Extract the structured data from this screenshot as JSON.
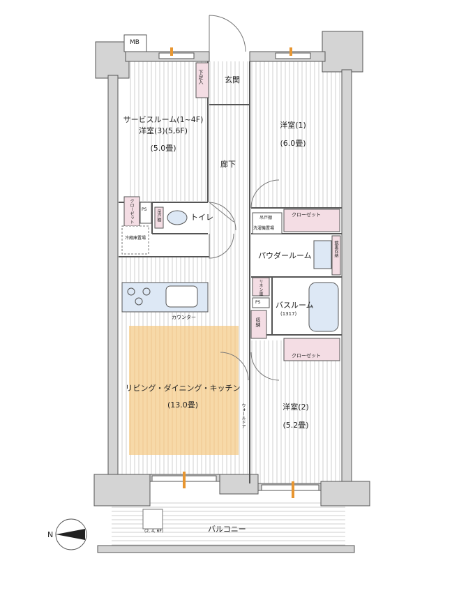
{
  "rooms": {
    "service_room": {
      "line1": "サービスルーム(1~4F)",
      "line2": "洋室(3)(5,6F)",
      "size": "(5.0畳)"
    },
    "western_1": {
      "name": "洋室(1)",
      "size": "(6.0畳)"
    },
    "western_2": {
      "name": "洋室(2)",
      "size": "(5.2畳)"
    },
    "ldk": {
      "name": "リビング・ダイニング・キッチン",
      "size": "(13.0畳)"
    },
    "entrance": "玄関",
    "corridor": "廊下",
    "toilet": "トイレ",
    "powder_room": "パウダールーム",
    "bathroom": {
      "name": "バスルーム",
      "size": "(1317)"
    },
    "balcony": "バルコニー"
  },
  "fixtures": {
    "mb": "MB",
    "shoe_box": "下足入",
    "closet_small": "クローゼット",
    "ps_1": "PS",
    "ps_2": "PS",
    "toilet_storage": "吊戸棚",
    "fridge_space": "冷蔵庫置場",
    "closet_1": "クローゼット",
    "closet_2": "クローゼット",
    "hanging_cabinet": "吊戸棚",
    "washer_space": "洗濯機置場",
    "mirror_storage": "鏡裏収納",
    "linen_storage": "リネン庫",
    "storage": "収納",
    "counter": "カウンター",
    "wall_door": "ウォールドア",
    "floor_note": "(2, 4, 6F)",
    "compass_n": "N"
  },
  "colors": {
    "wall": "#d4d4d4",
    "wall_stroke": "#555555",
    "floor_stripe": "#c8c8c8",
    "ldk_highlight": "#f7d9a8",
    "storage_fill": "#f4dde4",
    "fixture_fill": "#dde8f5",
    "accent_orange": "#e89630"
  }
}
